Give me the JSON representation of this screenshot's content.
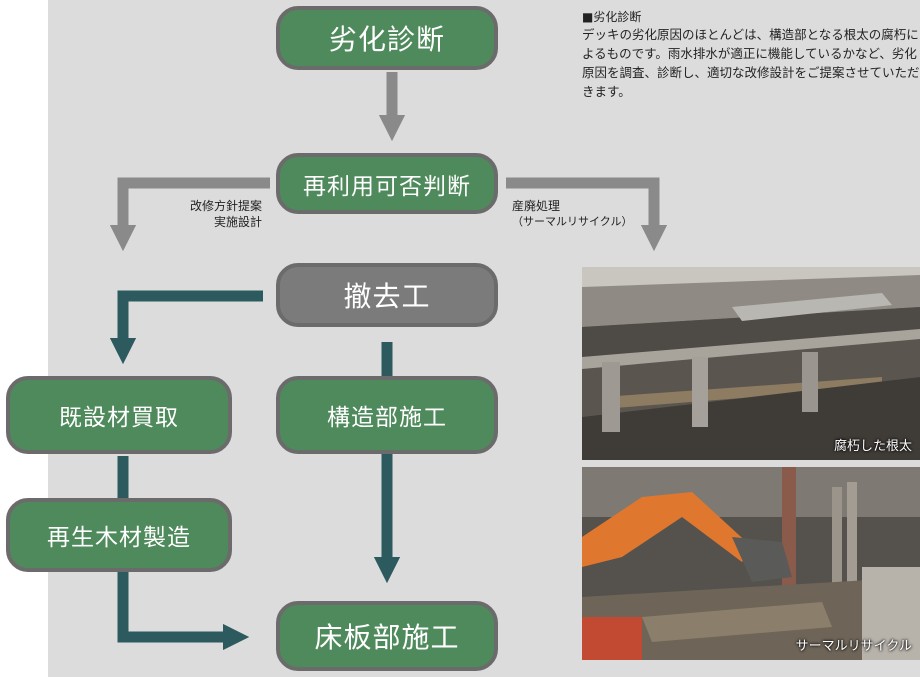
{
  "nodes": {
    "deterioration": "劣化診断",
    "reuse_judgment": "再利用可否判断",
    "removal": "撤去工",
    "purchase": "既設材買取",
    "structure_work": "構造部施工",
    "recycled_wood": "再生木材製造",
    "deck_work": "床板部施工"
  },
  "edge_labels": {
    "left_line1": "改修方針提案",
    "left_line2": "実施設計",
    "right_line1": "産廃処理",
    "right_line2": "（サーマルリサイクル）"
  },
  "note": {
    "title": "■劣化診断",
    "body": "デッキの劣化原因のほとんどは、構造部となる根太の腐朽によるものです。雨水排水が適正に機能しているかなど、劣化原因を調査、診断し、適切な改修設計をご提案させていただきます。"
  },
  "photos": [
    {
      "caption": "腐朽した根太"
    },
    {
      "caption": "サーマルリサイクル"
    }
  ],
  "colors": {
    "green_node": "#4f8a5c",
    "gray_node": "#7b7b7b",
    "teal_arrow": "#2d5a5e",
    "gray_arrow": "#8a8a8a",
    "panel": "#dcdcdc"
  }
}
